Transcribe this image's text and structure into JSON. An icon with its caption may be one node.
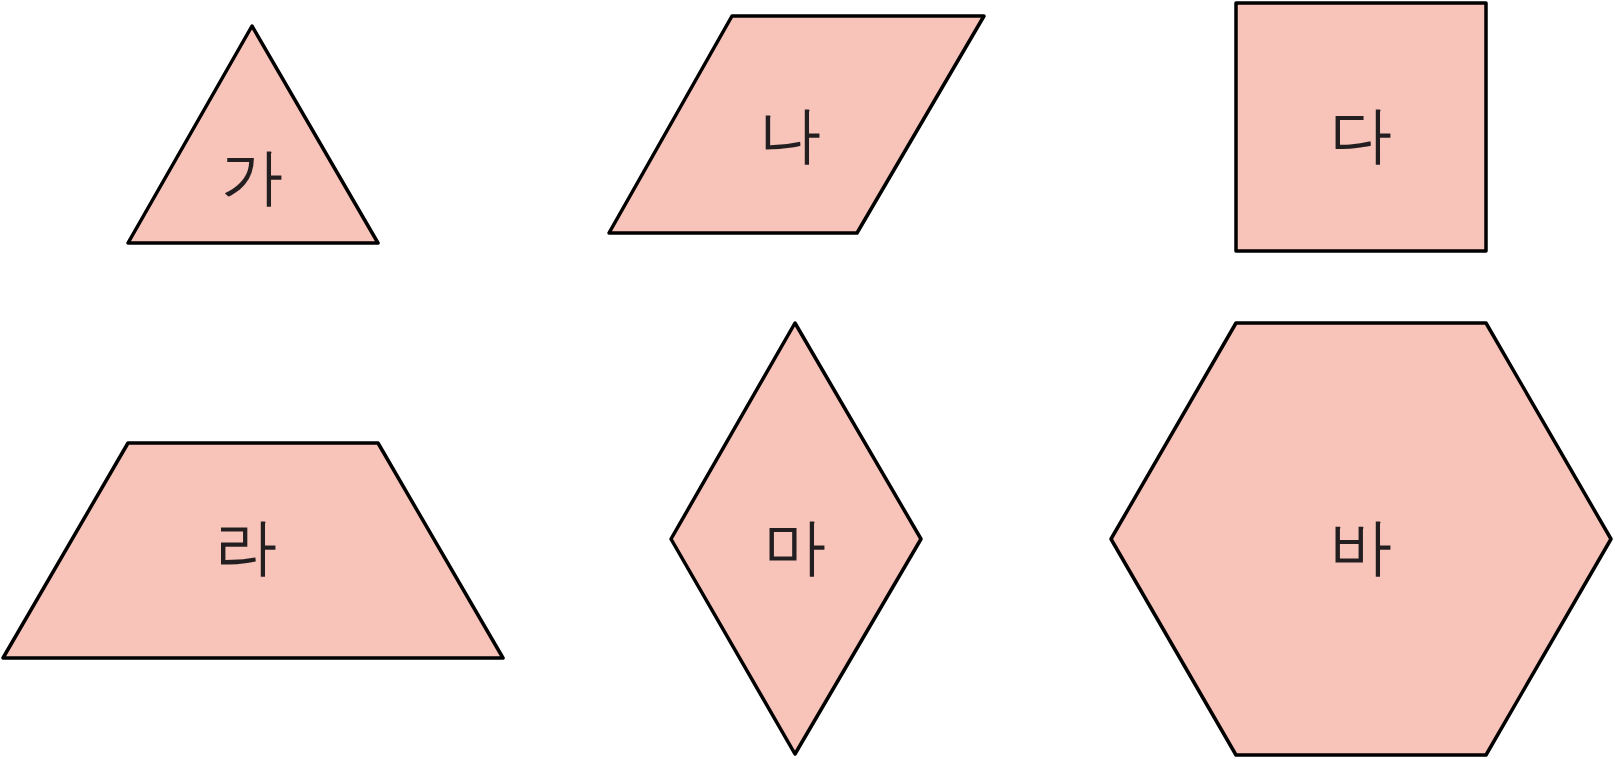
{
  "diagram": {
    "nodes": [
      {
        "text": [
          "가"
        ]
      },
      {
        "text": [
          "나"
        ]
      },
      {
        "text": [
          "다"
        ]
      },
      {
        "text": [
          "라"
        ]
      },
      {
        "text": [
          "마"
        ]
      },
      {
        "text": [
          "바"
        ]
      }
    ]
  }
}
